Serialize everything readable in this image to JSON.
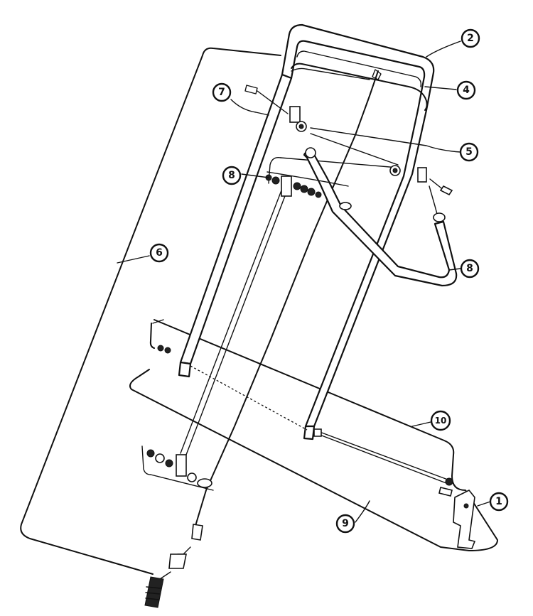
{
  "callouts": {
    "c1": "1",
    "c2": "2",
    "c4": "4",
    "c5": "5",
    "c6": "6",
    "c7": "7",
    "c8a": "8",
    "c8b": "8",
    "c9": "9",
    "c10": "10"
  }
}
